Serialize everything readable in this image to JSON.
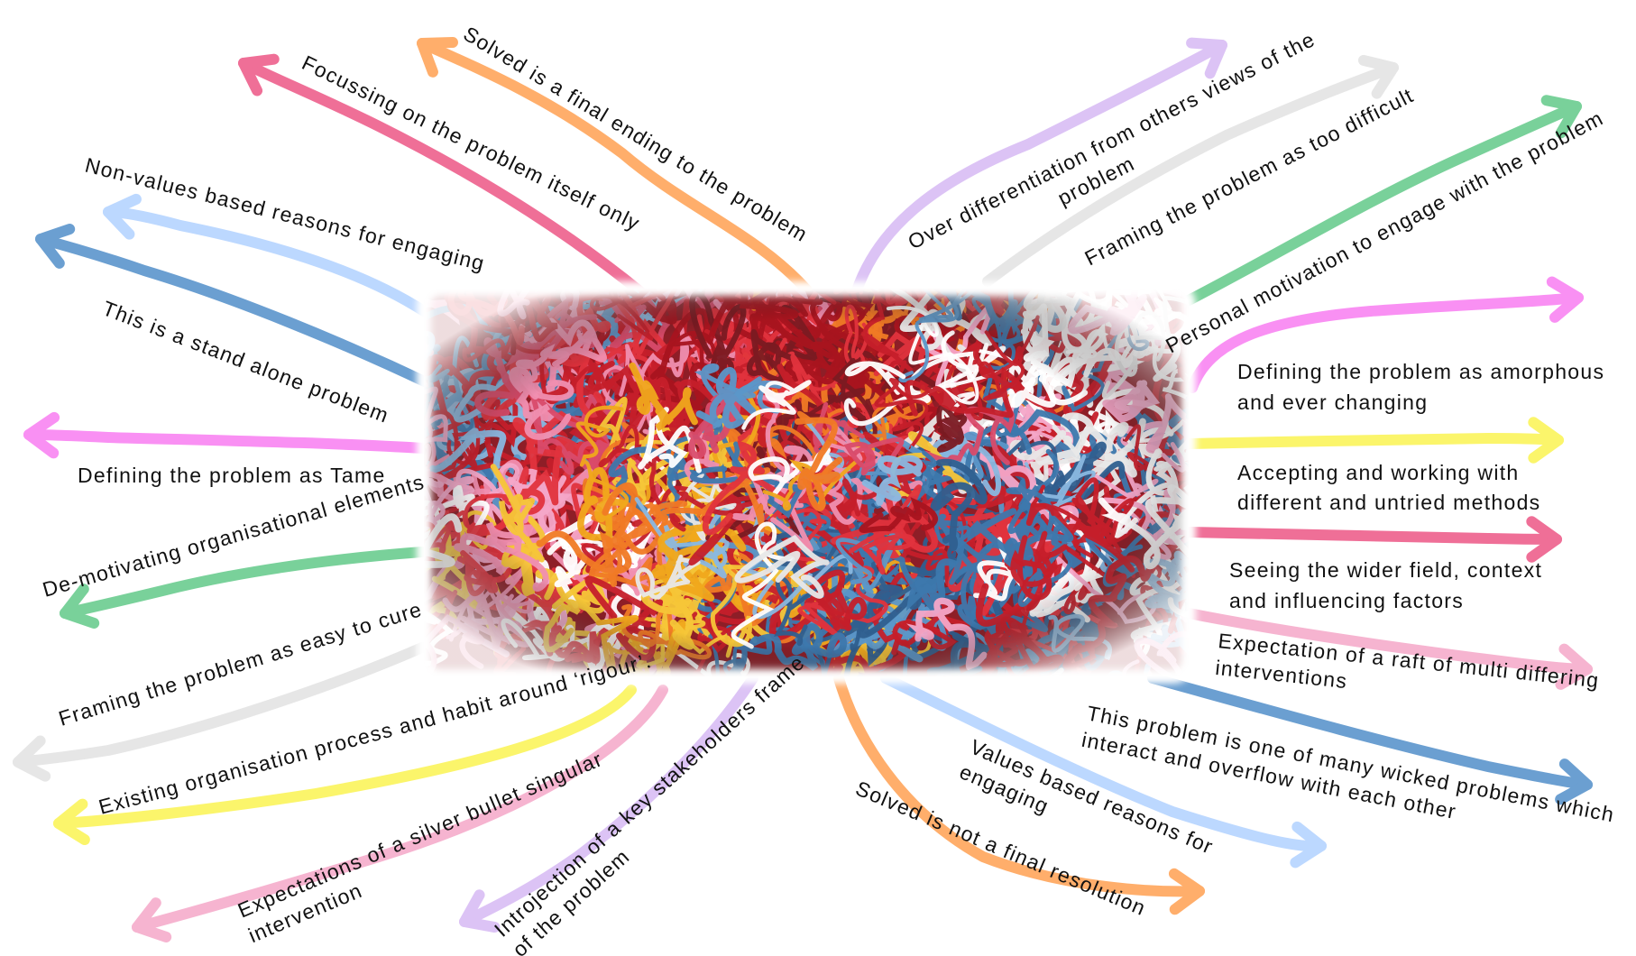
{
  "colors": {
    "pink": "#ef6f97",
    "light_pink": "#f6b4d0",
    "orange": "#ffae6b",
    "blue": "#6b9fd1",
    "light_blue": "#bcd8ff",
    "magenta": "#f990f3",
    "green": "#79d19a",
    "grey": "#e6e6e6",
    "yellow": "#fbf56b",
    "lavender": "#dcc3f5",
    "yarn_red": "#c51f2a",
    "yarn_blue": "#3d78ad",
    "yarn_yellow": "#f0a81c"
  },
  "center_image": "tangled-yarn-image",
  "left_labels": [
    {
      "id": "solved-final-ending",
      "text": "Solved is a final ending to the problem",
      "arrow_color": "orange"
    },
    {
      "id": "focussing-problem-itself",
      "text": "Focussing on the problem itself only",
      "arrow_color": "pink"
    },
    {
      "id": "non-values-reasons",
      "text": "Non-values based reasons for engaging",
      "arrow_color": "light_blue"
    },
    {
      "id": "stand-alone-problem",
      "text": "This is a stand alone problem",
      "arrow_color": "blue"
    },
    {
      "id": "defining-tame",
      "text": "Defining the problem as Tame",
      "arrow_color": "magenta"
    },
    {
      "id": "demotivating-elements",
      "text": "De-motivating organisational elements",
      "arrow_color": "green"
    },
    {
      "id": "easy-to-cure",
      "text": "Framing the problem as easy to cure",
      "arrow_color": "grey"
    },
    {
      "id": "existing-process",
      "text": "Existing organisation process and habit around ‘rigour’.",
      "arrow_color": "yellow"
    },
    {
      "id": "silver-bullet",
      "text": [
        "Expectations of a silver bullet singular",
        "intervention"
      ],
      "arrow_color": "light_pink"
    },
    {
      "id": "introjection",
      "text": [
        "Introjection of a key stakeholders frame",
        "of the problem"
      ],
      "arrow_color": "lavender"
    }
  ],
  "right_labels": [
    {
      "id": "over-differentiation",
      "text": [
        "Over differentiation from others views of the",
        "problem"
      ],
      "arrow_color": "lavender"
    },
    {
      "id": "too-difficult",
      "text": "Framing the problem as too difficult",
      "arrow_color": "grey"
    },
    {
      "id": "personal-motivation",
      "text": "Personal motivation to engage with the problem",
      "arrow_color": "green"
    },
    {
      "id": "amorphous",
      "text": [
        "Defining the problem as amorphous",
        "and ever changing"
      ],
      "arrow_color": "magenta"
    },
    {
      "id": "untried-methods",
      "text": [
        "Accepting and working with",
        "different and untried methods"
      ],
      "arrow_color": "yellow"
    },
    {
      "id": "wider-field",
      "text": [
        "Seeing the wider field, context",
        "and influencing factors"
      ],
      "arrow_color": "pink"
    },
    {
      "id": "raft-of-interventions",
      "text": [
        "Expectation of a raft of multi differing",
        "interventions"
      ],
      "arrow_color": "light_pink"
    },
    {
      "id": "many-wicked-problems",
      "text": [
        "This problem is one of many wicked problems which",
        "interact and overflow with each other"
      ],
      "arrow_color": "blue"
    },
    {
      "id": "values-reasons",
      "text": [
        "Values based reasons for",
        "engaging"
      ],
      "arrow_color": "light_blue"
    },
    {
      "id": "not-final-resolution",
      "text": "Solved is not a final resolution",
      "arrow_color": "orange"
    }
  ]
}
